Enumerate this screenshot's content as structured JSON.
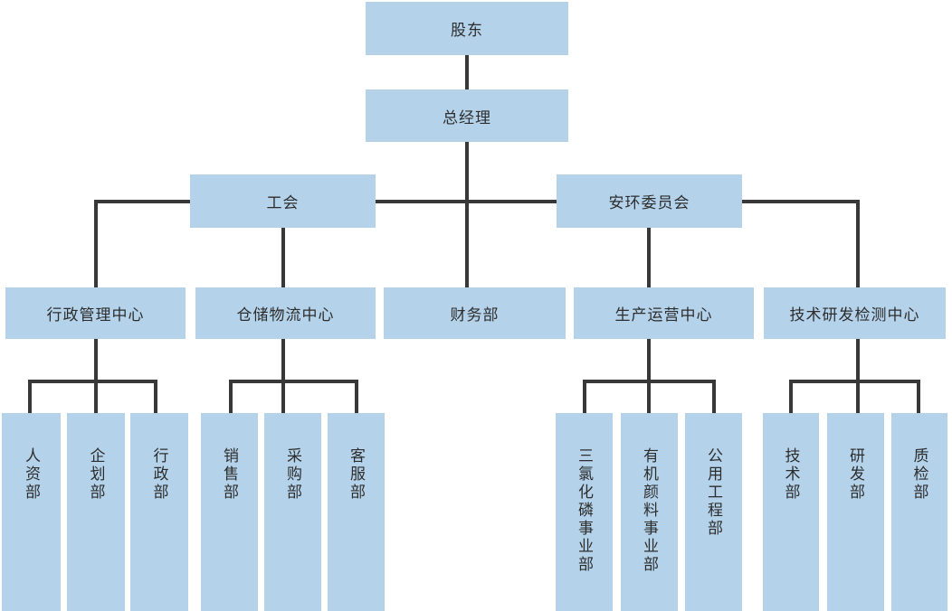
{
  "diagram": {
    "type": "org-chart",
    "colors": {
      "box_fill": "#B4D3EA",
      "line": "#383838",
      "text": "#2D2D2D"
    },
    "nodes": [
      {
        "id": "shareholders",
        "label": "股东",
        "parent": null
      },
      {
        "id": "general-manager",
        "label": "总经理",
        "parent": "shareholders"
      },
      {
        "id": "labor-union",
        "label": "工会",
        "parent": "general-manager"
      },
      {
        "id": "safety-env-committee",
        "label": "安环委员会",
        "parent": "general-manager"
      },
      {
        "id": "admin-management-center",
        "label": "行政管理中心",
        "parent": "labor-union"
      },
      {
        "id": "warehouse-logistics-center",
        "label": "仓储物流中心",
        "parent": "labor-union"
      },
      {
        "id": "finance-dept",
        "label": "财务部",
        "parent": "general-manager"
      },
      {
        "id": "production-operations-center",
        "label": "生产运营中心",
        "parent": "safety-env-committee"
      },
      {
        "id": "tech-rd-testing-center",
        "label": "技术研发检测中心",
        "parent": "safety-env-committee"
      },
      {
        "id": "hr-dept",
        "label": "人资部",
        "parent": "admin-management-center"
      },
      {
        "id": "planning-dept",
        "label": "企划部",
        "parent": "admin-management-center"
      },
      {
        "id": "admin-dept",
        "label": "行政部",
        "parent": "admin-management-center"
      },
      {
        "id": "sales-dept",
        "label": "销售部",
        "parent": "warehouse-logistics-center"
      },
      {
        "id": "purchasing-dept",
        "label": "采购部",
        "parent": "warehouse-logistics-center"
      },
      {
        "id": "customer-service-dept",
        "label": "客服部",
        "parent": "warehouse-logistics-center"
      },
      {
        "id": "pcl3-division",
        "label": "三氯化磷事业部",
        "parent": "production-operations-center"
      },
      {
        "id": "organic-pigment-division",
        "label": "有机颜料事业部",
        "parent": "production-operations-center"
      },
      {
        "id": "public-works-dept",
        "label": "公用工程部",
        "parent": "production-operations-center"
      },
      {
        "id": "tech-dept",
        "label": "技术部",
        "parent": "tech-rd-testing-center"
      },
      {
        "id": "rd-dept",
        "label": "研发部",
        "parent": "tech-rd-testing-center"
      },
      {
        "id": "qc-dept",
        "label": "质检部",
        "parent": "tech-rd-testing-center"
      }
    ]
  }
}
